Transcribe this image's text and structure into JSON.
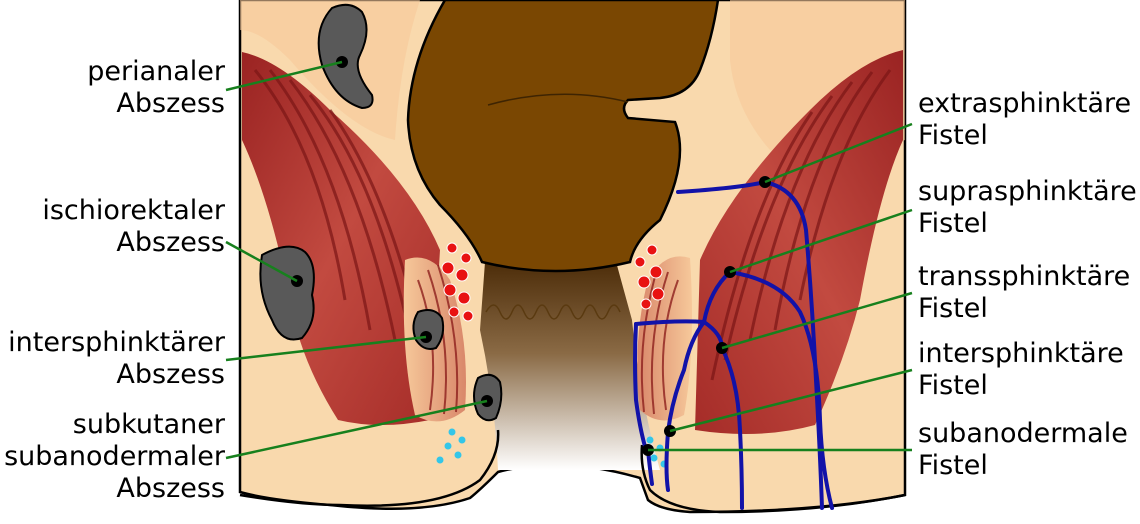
{
  "colors": {
    "skin": "#f9d9ad",
    "skin_dark": "#f6c89a",
    "rectum": "#7a4702",
    "muscle": "#b3302b",
    "muscle_dark": "#8d1f1d",
    "abscess": "#595959",
    "fistula": "#1212a8",
    "leader_line": "#17801d",
    "gland_red": "#e81212",
    "gland_blue": "#34c6e8"
  },
  "labels": {
    "left": [
      {
        "line1": "perianaler",
        "line2": "Abszess",
        "line3": ""
      },
      {
        "line1": "ischiorektaler",
        "line2": "Abszess",
        "line3": ""
      },
      {
        "line1": "intersphinktärer",
        "line2": "Abszess",
        "line3": ""
      },
      {
        "line1": "subkutaner",
        "line2": "subanodermaler",
        "line3": "Abszess"
      }
    ],
    "right": [
      {
        "line1": "extrasphinktäre",
        "line2": "Fistel"
      },
      {
        "line1": "suprasphinktäre",
        "line2": "Fistel"
      },
      {
        "line1": "transsphinktäre",
        "line2": "Fistel"
      },
      {
        "line1": "intersphinktäre",
        "line2": "Fistel"
      },
      {
        "line1": "subanodermale",
        "line2": "Fistel"
      }
    ]
  }
}
